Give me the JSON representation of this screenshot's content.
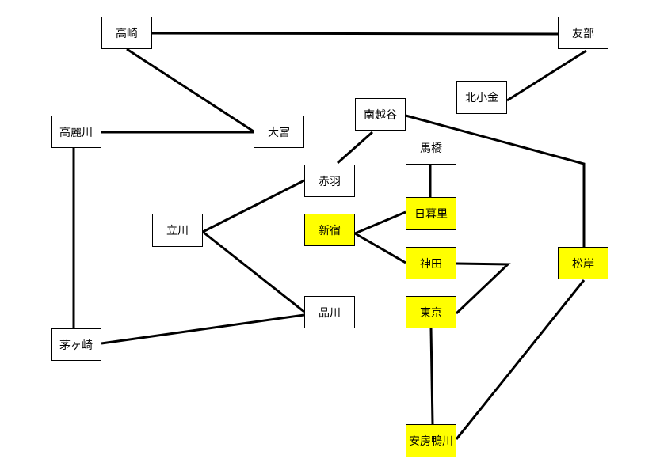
{
  "diagram": {
    "highlight_color": "#ffff00",
    "node_border_color": "#000000",
    "edge_color": "#000000",
    "nodes": {
      "takasaki": "高崎",
      "tomobe": "友部",
      "kitakogane": "北小金",
      "minamikoshigaya": "南越谷",
      "komagawa": "高麗川",
      "omiya": "大宮",
      "mabashi": "馬橋",
      "akabane": "赤羽",
      "nippori": "日暮里",
      "shinjuku": "新宿",
      "tachikawa": "立川",
      "kanda": "神田",
      "matsugishi": "松岸",
      "shinagawa": "品川",
      "tokyo": "東京",
      "chigasaki": "茅ヶ崎",
      "awakamogawa": "安房鴨川"
    },
    "highlighted_nodes": [
      "nippori",
      "shinjuku",
      "kanda",
      "matsugishi",
      "tokyo",
      "awakamogawa"
    ]
  }
}
